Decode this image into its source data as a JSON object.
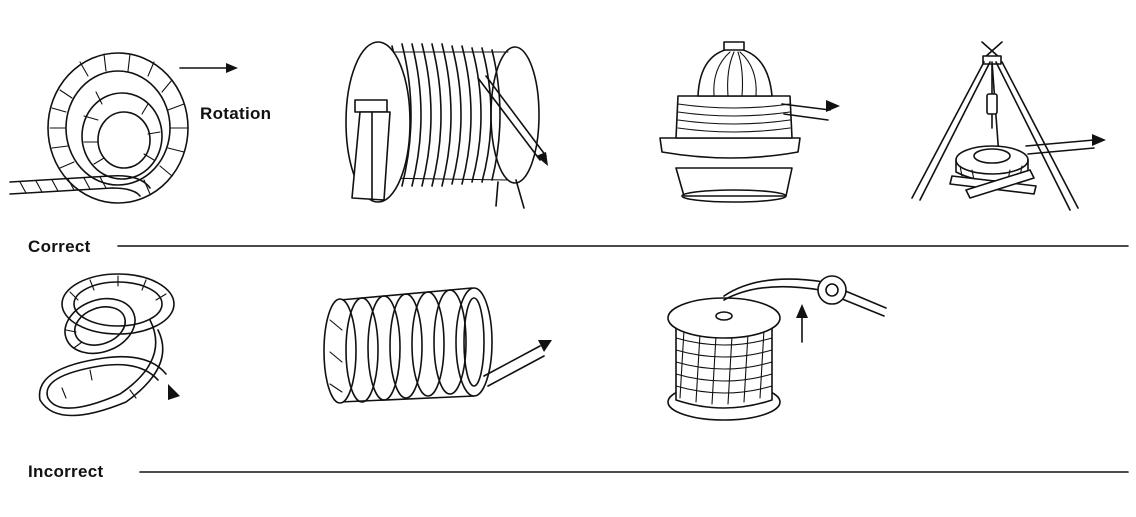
{
  "labels": {
    "rotation": "Rotation",
    "correct": "Correct",
    "incorrect": "Incorrect"
  },
  "icons": {
    "correct_row": [
      "coiled-rope-icon",
      "reel-on-stand-icon",
      "spool-with-cone-icon",
      "tripod-with-swivel-icon"
    ],
    "incorrect_row": [
      "tangled-rope-icon",
      "flat-coil-icon",
      "spool-pulled-over-end-icon"
    ]
  }
}
